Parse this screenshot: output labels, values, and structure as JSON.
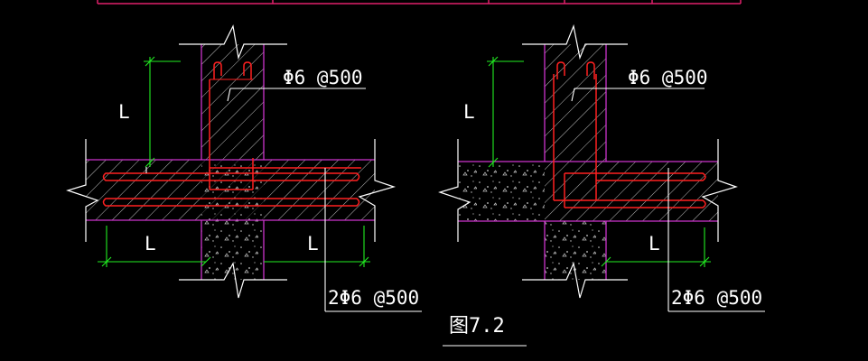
{
  "drawing": {
    "left_detail": {
      "top_label": "Φ6 @500",
      "bottom_label": "2Φ6 @500",
      "dim_vertical": "L",
      "dim_left": "L",
      "dim_right": "L"
    },
    "right_detail": {
      "top_label": "Φ6 @500",
      "bottom_label": "2Φ6 @500",
      "dim_vertical": "L",
      "dim_right": "L"
    },
    "caption": "图7.2"
  },
  "colors": {
    "background": "#000000",
    "frame_line": "#e0206a",
    "wall_outline": "#cc33cc",
    "rebar": "#ff2020",
    "dimension": "#22ee22",
    "text_and_leaders": "#ffffff",
    "hatch": "#c8c8c8"
  }
}
